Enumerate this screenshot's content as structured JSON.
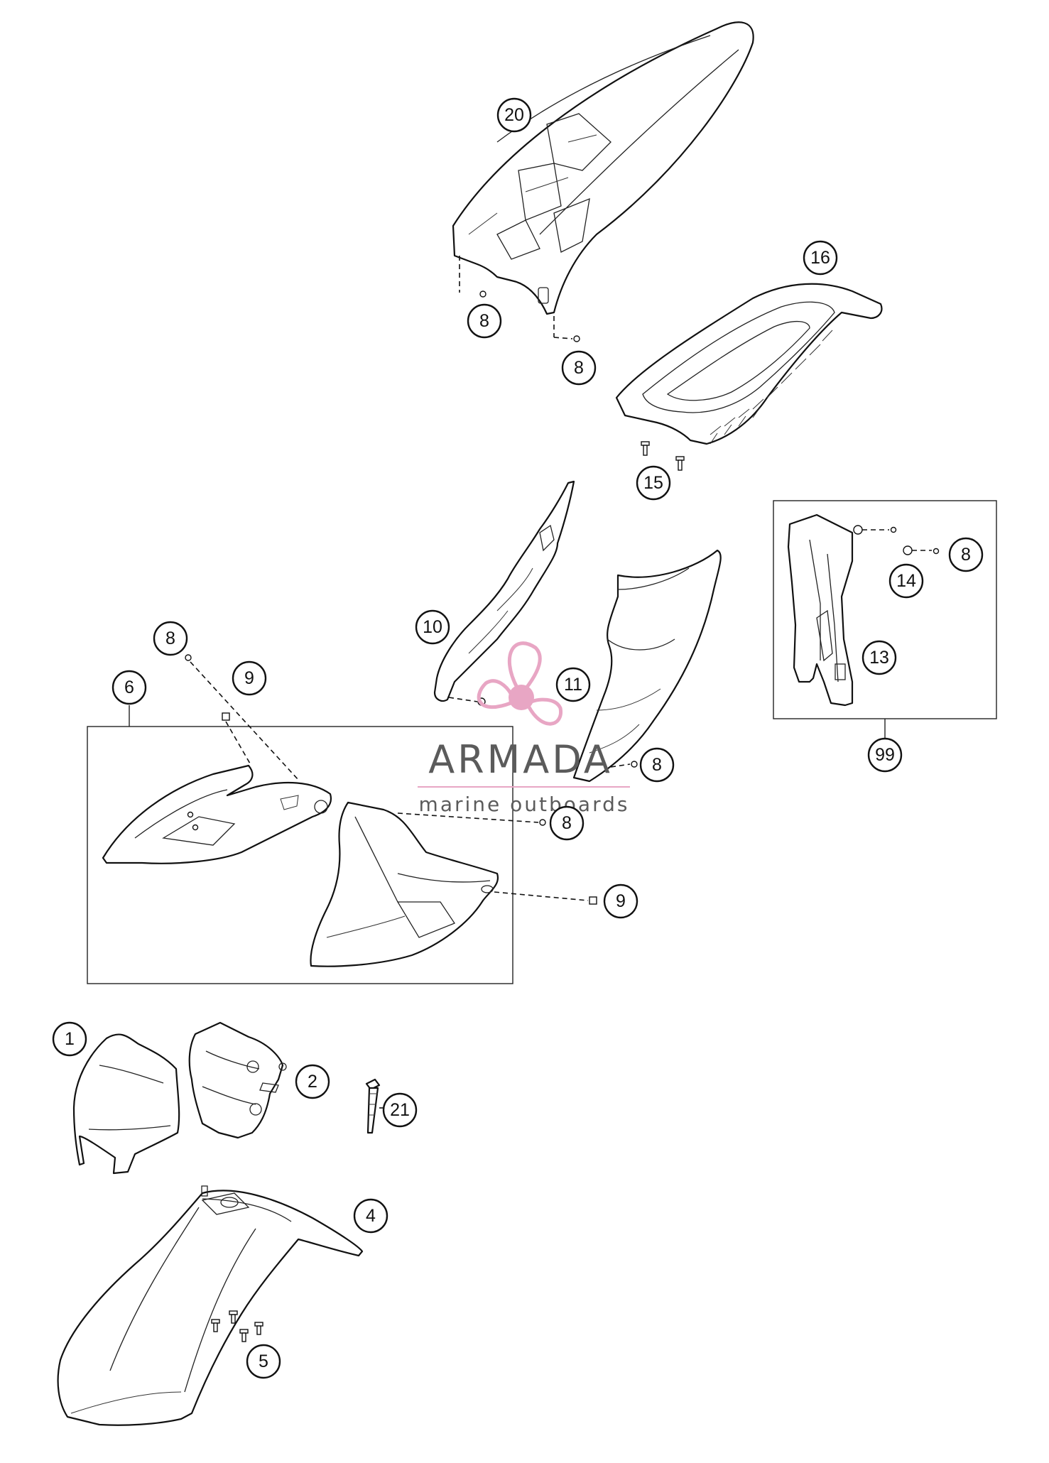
{
  "callouts": [
    {
      "id": "c20",
      "label": "20"
    },
    {
      "id": "c8a",
      "label": "8"
    },
    {
      "id": "c8b",
      "label": "8"
    },
    {
      "id": "c16",
      "label": "16"
    },
    {
      "id": "c15",
      "label": "15"
    },
    {
      "id": "c8c",
      "label": "8"
    },
    {
      "id": "c14",
      "label": "14"
    },
    {
      "id": "c13",
      "label": "13"
    },
    {
      "id": "c99",
      "label": "99"
    },
    {
      "id": "c10",
      "label": "10"
    },
    {
      "id": "c11",
      "label": "11"
    },
    {
      "id": "c8d",
      "label": "8"
    },
    {
      "id": "c8e",
      "label": "8"
    },
    {
      "id": "c9a",
      "label": "9"
    },
    {
      "id": "c6",
      "label": "6"
    },
    {
      "id": "c8f",
      "label": "8"
    },
    {
      "id": "c9b",
      "label": "9"
    },
    {
      "id": "c1",
      "label": "1"
    },
    {
      "id": "c2",
      "label": "2"
    },
    {
      "id": "c21",
      "label": "21"
    },
    {
      "id": "c4",
      "label": "4"
    },
    {
      "id": "c5",
      "label": "5"
    }
  ],
  "watermark": {
    "brand": "ARMADA",
    "tagline": "marine outboards",
    "logo_color": "#e8a6c4",
    "text_color": "#5b5b5b"
  }
}
